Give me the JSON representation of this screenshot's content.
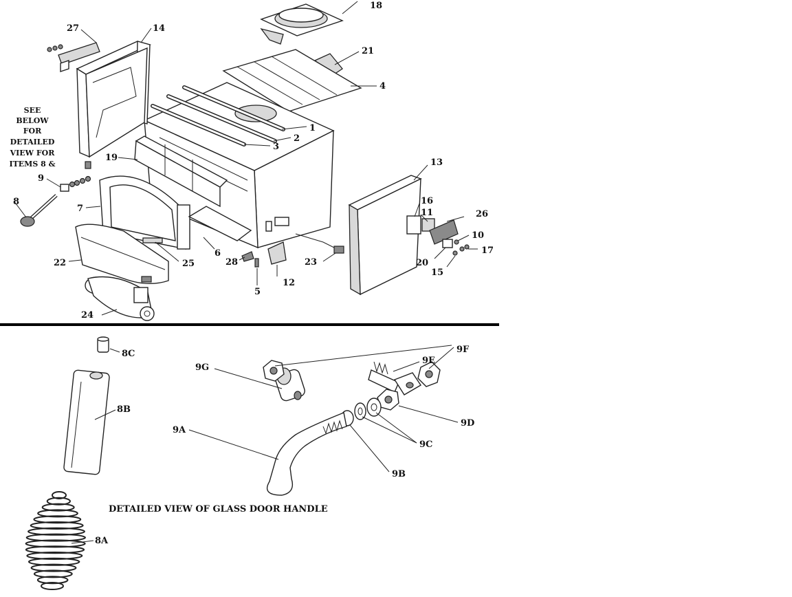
{
  "note": {
    "lines": [
      "SEE",
      "BELOW",
      "FOR",
      "DETAILED",
      "VIEW FOR",
      "ITEMS 8 &"
    ]
  },
  "caption": "DETAILED VIEW OF GLASS DOOR HANDLE",
  "part_labels": {
    "p1": "1",
    "p2": "2",
    "p3": "3",
    "p4": "4",
    "p5": "5",
    "p6": "6",
    "p7": "7",
    "p8": "8",
    "p9": "9",
    "p10": "10",
    "p11": "11",
    "p12": "12",
    "p13": "13",
    "p14": "14",
    "p15": "15",
    "p16": "16",
    "p17": "17",
    "p18": "18",
    "p19": "19",
    "p20": "20",
    "p21": "21",
    "p22": "22",
    "p23": "23",
    "p24": "24",
    "p25": "25",
    "p26": "26",
    "p27": "27",
    "p28": "28",
    "p8a": "8A",
    "p8b": "8B",
    "p8c": "8C",
    "p9a": "9A",
    "p9b": "9B",
    "p9c": "9C",
    "p9d": "9D",
    "p9e": "9E",
    "p9f": "9F",
    "p9g": "9G"
  },
  "colors": {
    "ink": "#111111",
    "paper": "#ffffff",
    "divider": "#000000"
  }
}
